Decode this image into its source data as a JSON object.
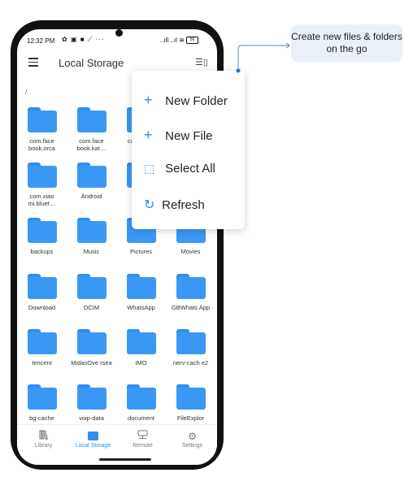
{
  "status": {
    "time": "12:32 PM",
    "left_icons": "✿ ▣ ■ ⟋ ···",
    "right_icons": "..ıll ..ıl ≋",
    "battery": "56"
  },
  "appbar": {
    "title": "Local Storage",
    "view_icon": "☰▯"
  },
  "path": "/",
  "folders": [
    {
      "label": "com.face book.orca"
    },
    {
      "label": "com.face book.kat…"
    },
    {
      "label": "co… an…"
    },
    {
      "label": ""
    },
    {
      "label": "com.xiao mi.bluet…"
    },
    {
      "label": "Android"
    },
    {
      "label": ""
    },
    {
      "label": ""
    },
    {
      "label": "backups"
    },
    {
      "label": "Music"
    },
    {
      "label": "Pictures"
    },
    {
      "label": "Movies"
    },
    {
      "label": "Download"
    },
    {
      "label": "DCIM"
    },
    {
      "label": "WhatsApp"
    },
    {
      "label": "GBWhats App"
    },
    {
      "label": "tencent"
    },
    {
      "label": "MidasOve rsea"
    },
    {
      "label": "IMO"
    },
    {
      "label": "nerv-cach e2"
    },
    {
      "label": "bg-cache"
    },
    {
      "label": "voip-data"
    },
    {
      "label": "document"
    },
    {
      "label": "FileExplor"
    }
  ],
  "bottom_nav": [
    {
      "label": "Library",
      "icon": "library-icon"
    },
    {
      "label": "Local Storage",
      "icon": "folder-icon",
      "active": true
    },
    {
      "label": "Remote",
      "icon": "remote-icon"
    },
    {
      "label": "Settings",
      "icon": "settings-icon"
    }
  ],
  "popup": {
    "items": [
      {
        "label": "New Folder",
        "icon": "+"
      },
      {
        "label": "New File",
        "icon": "+"
      },
      {
        "label": "Select All",
        "icon": "⬚"
      },
      {
        "label": "Refresh",
        "icon": "↻"
      }
    ]
  },
  "callout": {
    "text": "Create new files & folders on the go"
  },
  "colors": {
    "accent": "#2f8ef0",
    "folder": "#3a98f5",
    "callout_bg": "#eaf0f8"
  }
}
